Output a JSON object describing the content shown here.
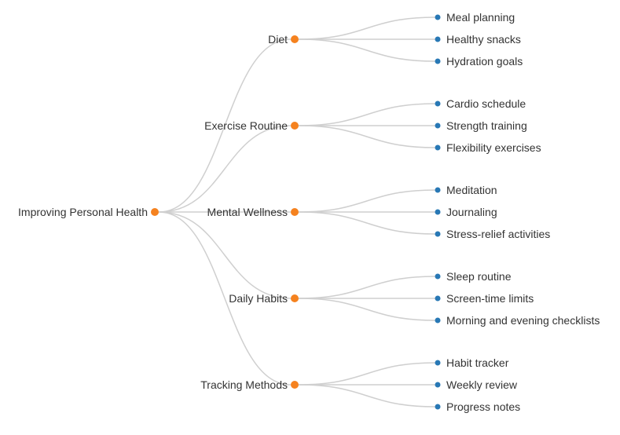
{
  "diagram": {
    "type": "mindmap-tree",
    "root": {
      "label": "Improving Personal Health"
    },
    "branches": [
      {
        "label": "Diet",
        "children": [
          "Meal planning",
          "Healthy snacks",
          "Hydration goals"
        ]
      },
      {
        "label": "Exercise Routine",
        "children": [
          "Cardio schedule",
          "Strength training",
          "Flexibility exercises"
        ]
      },
      {
        "label": "Mental Wellness",
        "children": [
          "Meditation",
          "Journaling",
          "Stress-relief activities"
        ]
      },
      {
        "label": "Daily Habits",
        "children": [
          "Sleep routine",
          "Screen-time limits",
          "Morning and evening checklists"
        ]
      },
      {
        "label": "Tracking Methods",
        "children": [
          "Habit tracker",
          "Weekly review",
          "Progress notes"
        ]
      }
    ]
  },
  "colors": {
    "root_dot": "#f5821f",
    "branch_dot": "#f5821f",
    "leaf_dot": "#2878b5",
    "edge": "#cfcfcf",
    "label_text": "#333333",
    "background": "#ffffff"
  }
}
